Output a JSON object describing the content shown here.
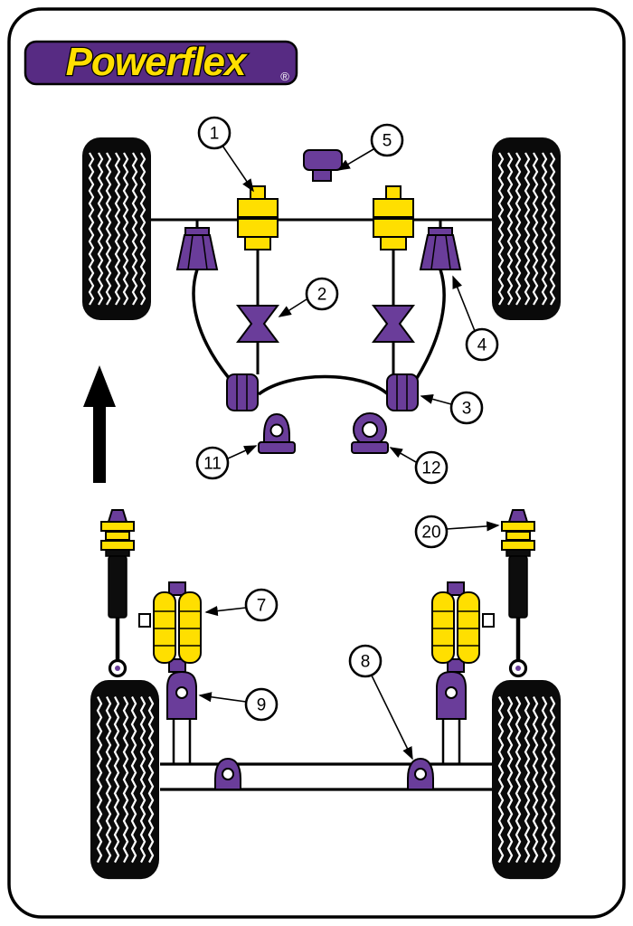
{
  "logo": {
    "text": "Powerflex",
    "registered": "®"
  },
  "colors": {
    "brand_purple": "#572b83",
    "part_purple": "#6a3d9a",
    "part_yellow": "#ffdf00",
    "tire_black": "#0a0a0a",
    "tread_white": "#ffffff",
    "line_black": "#000000"
  },
  "callouts": {
    "n1": "1",
    "n2": "2",
    "n3": "3",
    "n4": "4",
    "n5": "5",
    "n7": "7",
    "n8": "8",
    "n9": "9",
    "n11": "11",
    "n12": "12",
    "n20": "20"
  }
}
